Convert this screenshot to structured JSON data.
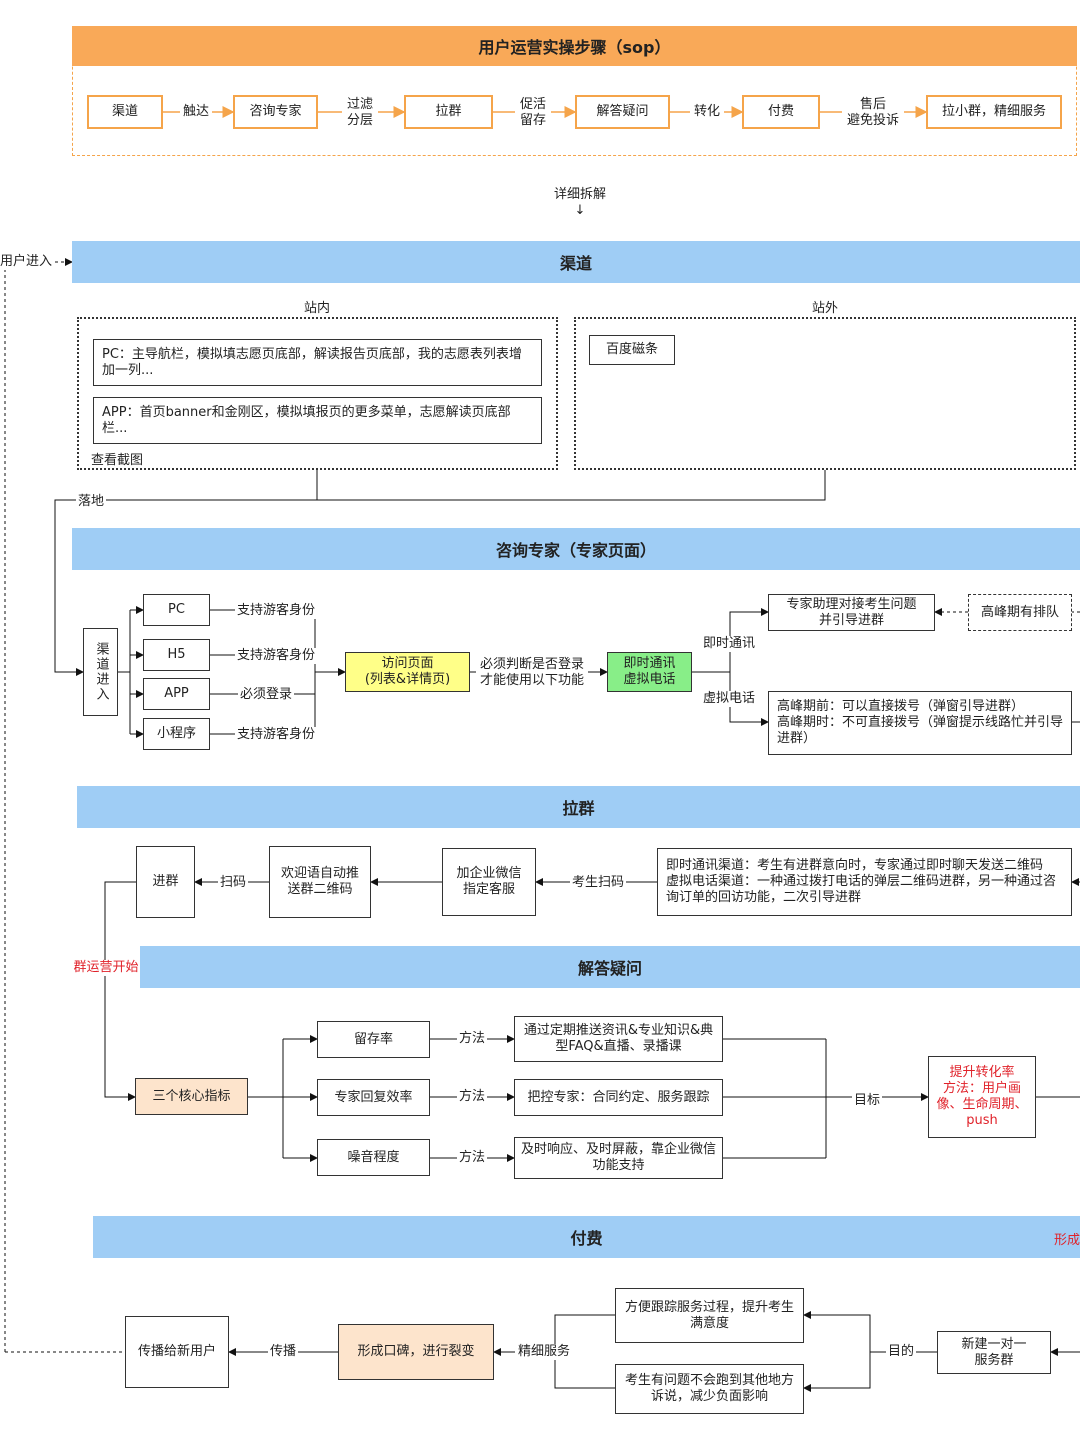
{
  "sop": {
    "title": "用户运营实操步骤（sop）",
    "steps": [
      "渠道",
      "咨询专家",
      "拉群",
      "解答疑问",
      "付费",
      "拉小群，精细服务"
    ],
    "arrow_labels": [
      "触达",
      "过滤\n分层",
      "促活\n留存",
      "转化",
      "售后\n避免投诉"
    ]
  },
  "detail_label": "详细拆解\n↓",
  "user_enter": "用户进入",
  "channel": {
    "title": "渠道",
    "inside_label": "站内",
    "outside_label": "站外",
    "pc_text": "PC：主导航栏，模拟填志愿页底部，解读报告页底部，我的志愿表列表增加一列...",
    "app_text": "APP：首页banner和金刚区，模拟填报页的更多菜单，志愿解读页底部栏...",
    "screenshot_link": "查看截图",
    "baidu": "百度磁条",
    "landing": "落地"
  },
  "expert": {
    "title": "咨询专家（专家页面）",
    "entry": "渠道进入",
    "platforms": [
      "PC",
      "H5",
      "APP",
      "小程序"
    ],
    "identity": [
      "支持游客身份",
      "支持游客身份",
      "必须登录",
      "支持游客身份"
    ],
    "visit_page": "访问页面\n(列表&详情页)",
    "login_check": "必须判断是否登录\n才能使用以下功能",
    "im_phone": "即时通讯\n虚拟电话",
    "im_label": "即时通讯",
    "phone_label": "虚拟电话",
    "assistant": "专家助理对接考生问题\n并引导进群",
    "peak_queue": "高峰期有排队",
    "peak_text": "高峰期前：可以直接拨号（弹窗引导进群）\n高峰期时：不可直接拨号（弹窗提示线路忙并引导进群）"
  },
  "group": {
    "title": "拉群",
    "channels_text": "即时通讯渠道：考生有进群意向时，专家通过即时聊天发送二维码\n虚拟电话渠道：一种通过拨打电话的弹层二维码进群，另一种通过咨询订单的回访功能，二次引导进群",
    "scan_label": "考生扫码",
    "wechat": "加企业微信\n指定客服",
    "welcome": "欢迎语自动推\n送群二维码",
    "scan2": "扫码",
    "join": "进群",
    "ops_start": "群运营开始"
  },
  "answer": {
    "title": "解答疑问",
    "core": "三个核心指标",
    "metrics": [
      "留存率",
      "专家回复效率",
      "噪音程度"
    ],
    "method_label": "方法",
    "methods": [
      "通过定期推送资讯&专业知识&典型FAQ&直播、录播课",
      "把控专家：合同约定、服务跟踪",
      "及时响应、及时屏蔽，靠企业微信功能支持"
    ],
    "goal_label": "目标",
    "goal": "提升转化率\n方法：用户画像、生命周期、push"
  },
  "pay": {
    "title": "付费",
    "side_text": "形成",
    "new_group": "新建一对一\n服务群",
    "purpose_label": "目的",
    "purpose1": "方便跟踪服务过程，提升考生满意度",
    "purpose2": "考生有问题不会跑到其他地方诉说，减少负面影响",
    "fine_service": "精细服务",
    "word_of_mouth": "形成口碑，进行裂变",
    "spread_label": "传播",
    "spread_new": "传播给新用户"
  },
  "colors": {
    "orange_band": "#f9a958",
    "blue_band": "#9fcdf5",
    "yellow_box": "#ffff88",
    "green_box": "#88ee88",
    "peach_box": "#fde4cc",
    "red_text": "#e0222a"
  }
}
